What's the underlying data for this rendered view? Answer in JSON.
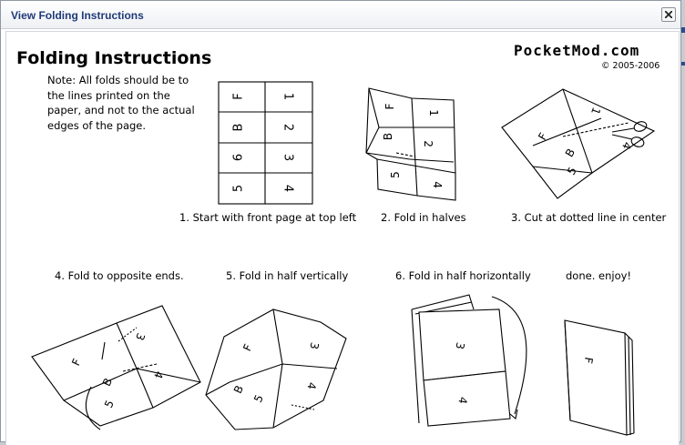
{
  "window": {
    "title": "View Folding Instructions",
    "close_icon": "close-icon"
  },
  "header": {
    "title": "Folding Instructions",
    "note": "Note: All folds should be to the lines printed on the paper, and not to the actual edges of the page.",
    "brand": "PocketMod.com",
    "copyright": "© 2005-2006"
  },
  "page_labels": [
    "F",
    "1",
    "B",
    "2",
    "6",
    "3",
    "5",
    "4"
  ],
  "steps": [
    {
      "caption": "1. Start with front page at top left"
    },
    {
      "caption": "2. Fold in halves"
    },
    {
      "caption": "3. Cut at dotted line in center"
    },
    {
      "caption": "4. Fold to opposite ends."
    },
    {
      "caption": "5. Fold in half vertically"
    },
    {
      "caption": "6. Fold in half horizontally"
    },
    {
      "caption": "done. enjoy!"
    }
  ],
  "colors": {
    "title_text": "#1f3a78",
    "line": "#000000",
    "background": "#ffffff"
  }
}
